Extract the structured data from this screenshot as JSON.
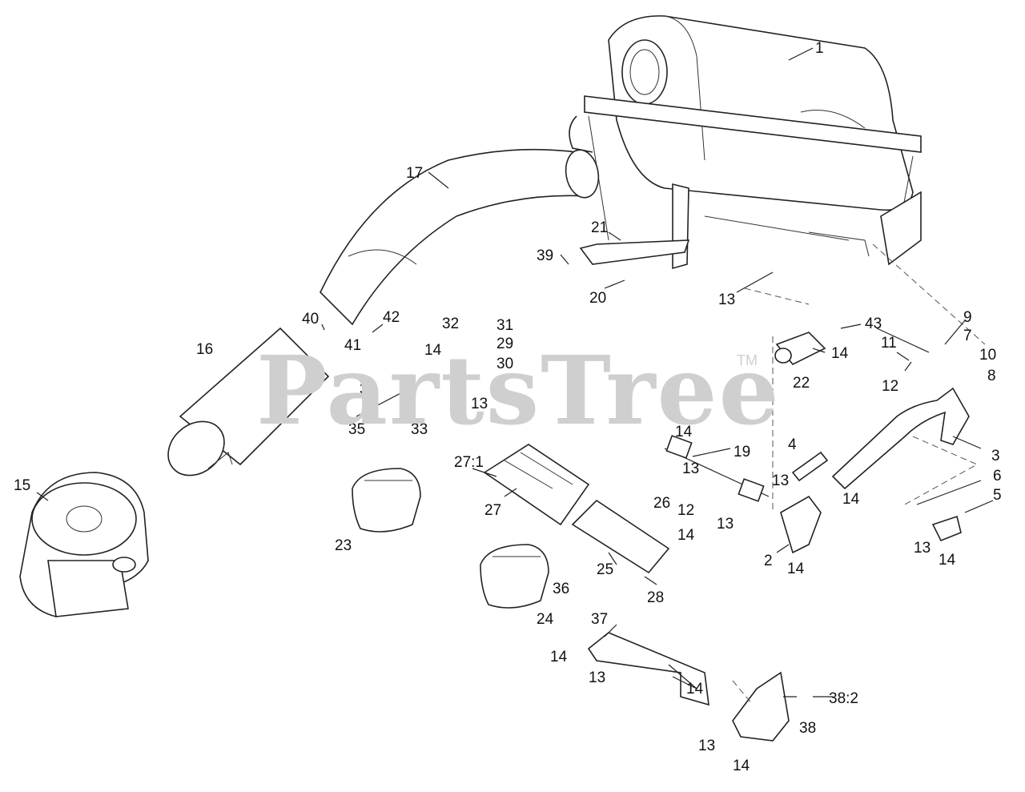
{
  "watermark": {
    "text": "PartsTree",
    "trademark": "TM"
  },
  "callouts": [
    {
      "id": "c1",
      "text": "1"
    },
    {
      "id": "c17",
      "text": "17"
    },
    {
      "id": "c21",
      "text": "21"
    },
    {
      "id": "c39",
      "text": "39"
    },
    {
      "id": "c20",
      "text": "20"
    },
    {
      "id": "c13a",
      "text": "13"
    },
    {
      "id": "c43",
      "text": "43"
    },
    {
      "id": "c9",
      "text": "9"
    },
    {
      "id": "c7",
      "text": "7"
    },
    {
      "id": "c11",
      "text": "11"
    },
    {
      "id": "c10",
      "text": "10"
    },
    {
      "id": "c8",
      "text": "8"
    },
    {
      "id": "c12a",
      "text": "12"
    },
    {
      "id": "c14a",
      "text": "14"
    },
    {
      "id": "c22",
      "text": "22"
    },
    {
      "id": "c40",
      "text": "40"
    },
    {
      "id": "c42",
      "text": "42"
    },
    {
      "id": "c41",
      "text": "41"
    },
    {
      "id": "c32",
      "text": "32"
    },
    {
      "id": "c31",
      "text": "31"
    },
    {
      "id": "c29",
      "text": "29"
    },
    {
      "id": "c14b",
      "text": "14"
    },
    {
      "id": "c30",
      "text": "30"
    },
    {
      "id": "c13b",
      "text": "13"
    },
    {
      "id": "c16",
      "text": "16"
    },
    {
      "id": "c34",
      "text": "34"
    },
    {
      "id": "c35",
      "text": "35"
    },
    {
      "id": "c33",
      "text": "33"
    },
    {
      "id": "c14c",
      "text": "14"
    },
    {
      "id": "c19",
      "text": "19"
    },
    {
      "id": "c13c",
      "text": "13"
    },
    {
      "id": "c4",
      "text": "4"
    },
    {
      "id": "c3",
      "text": "3"
    },
    {
      "id": "c27_1",
      "text": "27:1"
    },
    {
      "id": "c27",
      "text": "27"
    },
    {
      "id": "c15",
      "text": "15"
    },
    {
      "id": "c23",
      "text": "23"
    },
    {
      "id": "c26",
      "text": "26"
    },
    {
      "id": "c12b",
      "text": "12"
    },
    {
      "id": "c14d",
      "text": "14"
    },
    {
      "id": "c13d",
      "text": "13"
    },
    {
      "id": "c13e",
      "text": "13"
    },
    {
      "id": "c14e",
      "text": "14"
    },
    {
      "id": "c6",
      "text": "6"
    },
    {
      "id": "c5",
      "text": "5"
    },
    {
      "id": "c2",
      "text": "2"
    },
    {
      "id": "c14f",
      "text": "14"
    },
    {
      "id": "c13f",
      "text": "13"
    },
    {
      "id": "c14g",
      "text": "14"
    },
    {
      "id": "c25",
      "text": "25"
    },
    {
      "id": "c28",
      "text": "28"
    },
    {
      "id": "c36",
      "text": "36"
    },
    {
      "id": "c24",
      "text": "24"
    },
    {
      "id": "c37",
      "text": "37"
    },
    {
      "id": "c14h",
      "text": "14"
    },
    {
      "id": "c13g",
      "text": "13"
    },
    {
      "id": "c14i",
      "text": "14"
    },
    {
      "id": "c38_2",
      "text": "38:2"
    },
    {
      "id": "c38",
      "text": "38"
    },
    {
      "id": "c13h",
      "text": "13"
    },
    {
      "id": "c14j",
      "text": "14"
    }
  ]
}
